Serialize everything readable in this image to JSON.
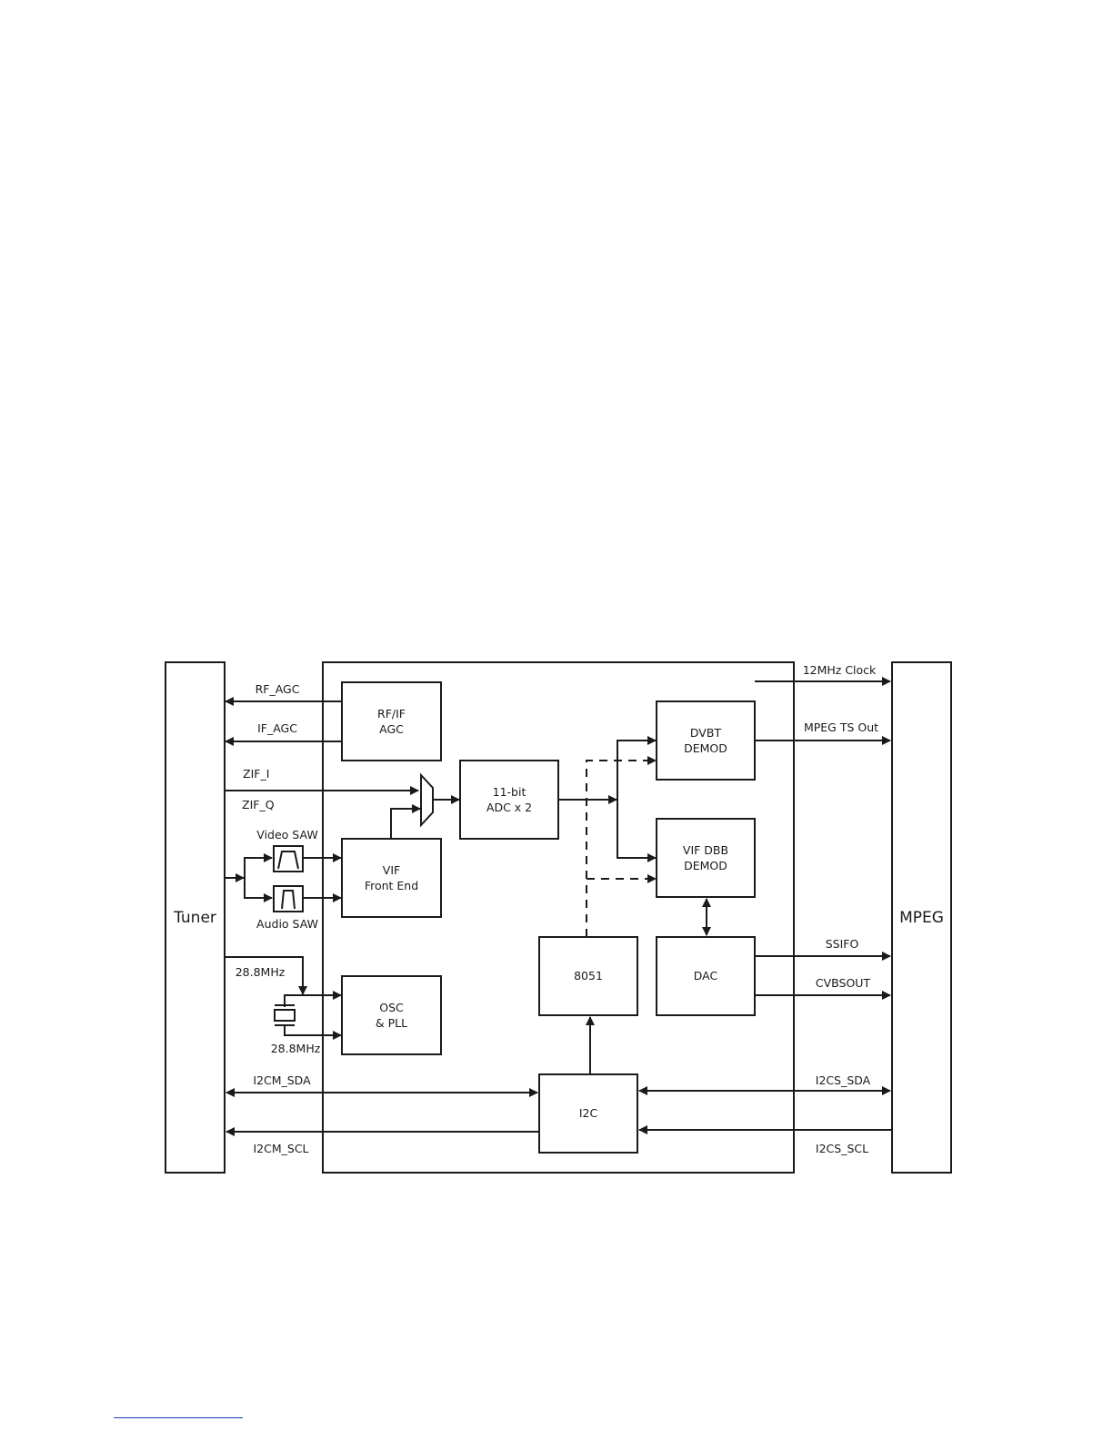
{
  "blocks": {
    "tuner": "Tuner",
    "mpeg": "MPEG",
    "rfif_agc": [
      "RF/IF",
      "AGC"
    ],
    "adc": [
      "11-bit",
      "ADC x 2"
    ],
    "dvbt_demod": [
      "DVBT",
      "DEMOD"
    ],
    "vif_dbb_demod": [
      "VIF DBB",
      "DEMOD"
    ],
    "vif_front_end": [
      "VIF",
      "Front End"
    ],
    "osc_pll": [
      "OSC",
      "& PLL"
    ],
    "mcu_8051": "8051",
    "dac": "DAC",
    "i2c": "I2C"
  },
  "signals": {
    "rf_agc": "RF_AGC",
    "if_agc": "IF_AGC",
    "zif_i": "ZIF_I",
    "zif_q": "ZIF_Q",
    "video_saw": "Video SAW",
    "audio_saw": "Audio SAW",
    "xtal_top": "28.8MHz",
    "xtal_bottom": "28.8MHz",
    "i2cm_sda": "I2CM_SDA",
    "i2cm_scl": "I2CM_SCL",
    "clock_12mhz": "12MHz Clock",
    "mpeg_ts_out": "MPEG TS Out",
    "ssifo": "SSIFO",
    "cvbsout": "CVBSOUT",
    "i2cs_sda": "I2CS_SDA",
    "i2cs_scl": "I2CS_SCL"
  }
}
